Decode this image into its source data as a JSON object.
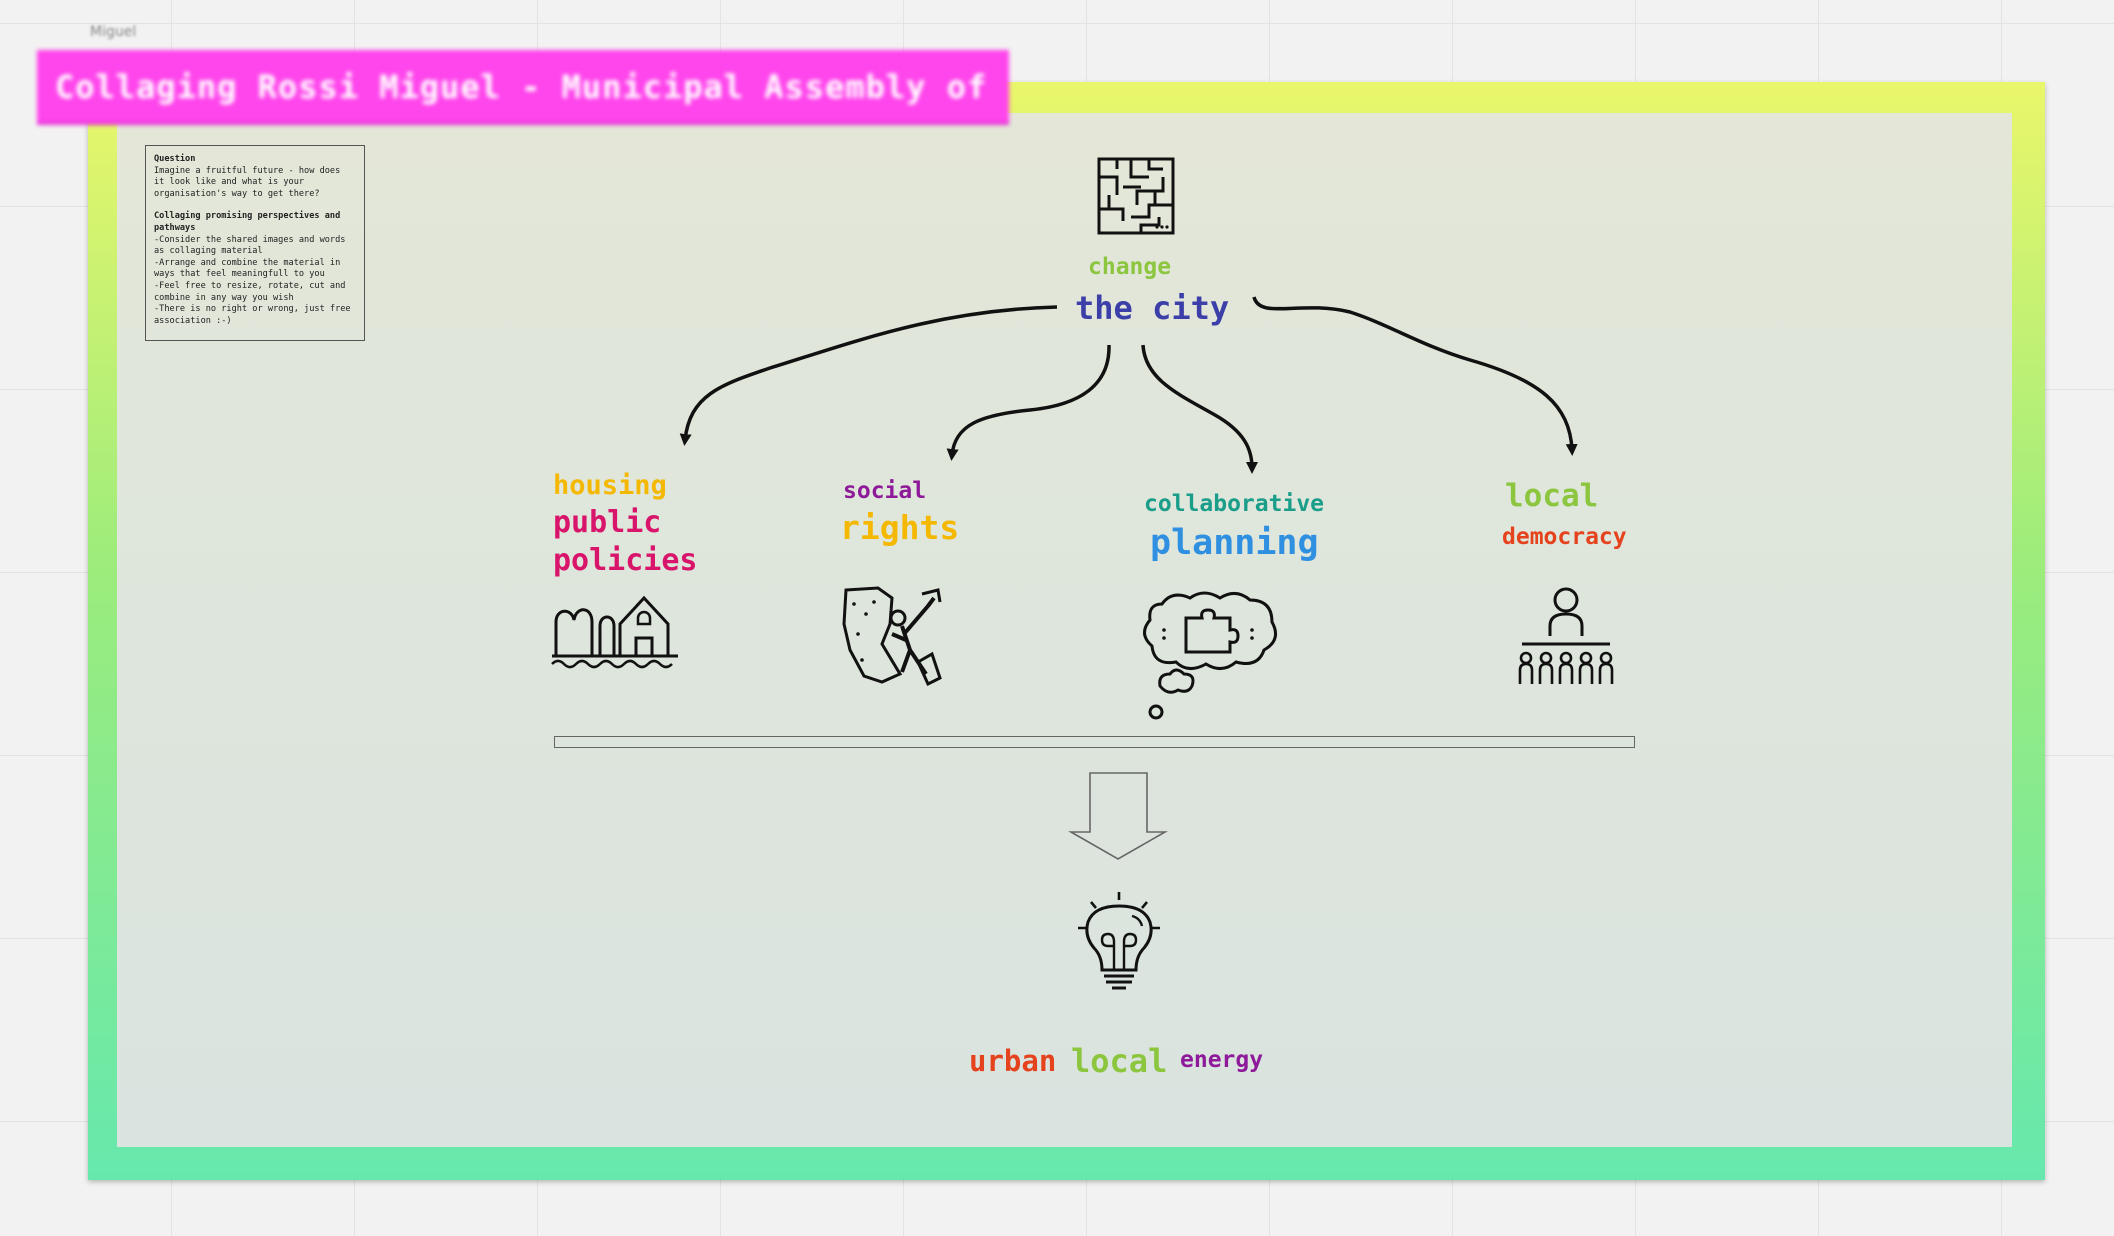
{
  "frame": {
    "tag": "Miguel",
    "title": "Collaging Rossi Miguel - Municipal Assembly of Lisbon"
  },
  "note": {
    "heading1": "Question",
    "lines1": [
      "Imagine a fruitful future - how does",
      "it look like and what is your",
      "organisation's way to get there?"
    ],
    "heading2": "Collaging promising perspectives and pathways",
    "lines2": [
      "-Consider the shared images and words",
      "as collaging material",
      "-Arrange and combine the material in",
      "ways that feel meaningfull to you",
      "-Feel free to resize, rotate, cut and",
      "combine in any way you wish",
      "-There is no right or wrong, just free",
      "association :-)"
    ]
  },
  "words": {
    "change": "change",
    "the_city": "the city",
    "housing": "housing",
    "public": "public",
    "policies": "policies",
    "social": "social",
    "rights": "rights",
    "collaborative": "collaborative",
    "planning": "planning",
    "local_top": "local",
    "democracy": "democracy",
    "urban": "urban",
    "local_bottom": "local",
    "energy": "energy"
  },
  "colors": {
    "green": "#8cc63f",
    "navy": "#3c3fa8",
    "yellow": "#f5b800",
    "magenta": "#d9156b",
    "purple": "#8e1a9a",
    "teal": "#1a9e8a",
    "blue": "#2f8fe0",
    "red": "#e5431e",
    "title_pink": "#ff45ec"
  },
  "icons": [
    "maze-icon",
    "houses-icon",
    "climber-icon",
    "puzzle-thought-icon",
    "speaker-audience-icon",
    "down-arrow-icon",
    "lightbulb-icon"
  ]
}
